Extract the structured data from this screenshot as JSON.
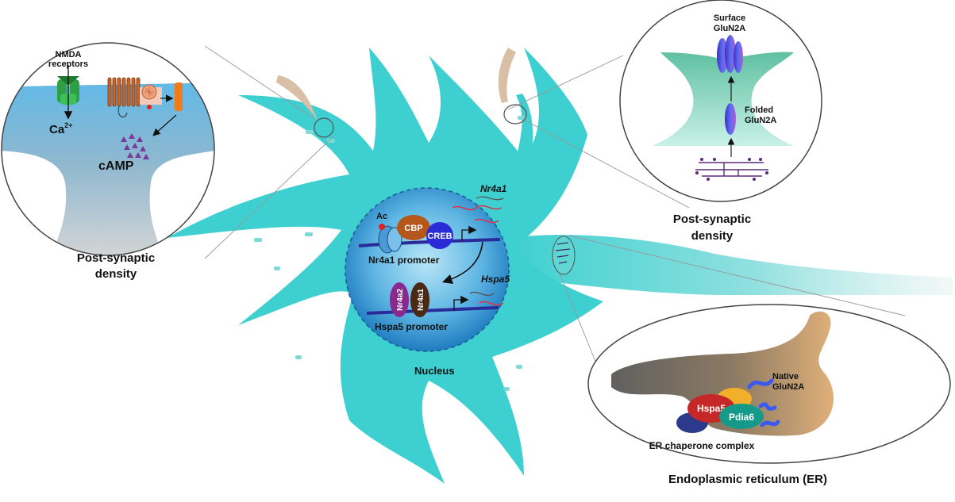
{
  "left_inset": {
    "receptor_label_line1": "NMDA",
    "receptor_label_line2": "receptors",
    "calcium": "Ca",
    "calcium_sup": "2+",
    "camp": "cAMP"
  },
  "left_caption": {
    "line1": "Post-synaptic",
    "line2": "density"
  },
  "nucleus": {
    "ac": "Ac",
    "cbp": "CBP",
    "creb": "CREB",
    "nr4a1_gene": "Nr4a1",
    "nr4a1_promoter": "Nr4a1 promoter",
    "nr4a2": "Nr4a2",
    "nr4a1_protein": "Nr4a1",
    "hspa5_gene": "Hspa5",
    "hspa5_promoter": "Hspa5 promoter",
    "label": "Nucleus"
  },
  "right_inset": {
    "surface_line1": "Surface",
    "surface_line2": "GluN2A",
    "folded_line1": "Folded",
    "folded_line2": "GluN2A"
  },
  "right_caption": {
    "line1": "Post-synaptic",
    "line2": "density"
  },
  "er_inset": {
    "native_line1": "Native",
    "native_line2": "GluN2A",
    "hspa5": "Hspa5",
    "pdia6": "Pdia6",
    "complex": "ER chaperone complex"
  },
  "er_caption": "Endoplasmic reticulum (ER)",
  "colors": {
    "cyan": "#3ecfd0",
    "nucleus_blue": "#1e7fc2",
    "cbp": "#b5561a",
    "creb": "#2a2bd6",
    "nr4a2": "#8a2a8f",
    "nr4a1": "#4a2a14",
    "hspa5": "#c62828",
    "pdia6": "#159a8a",
    "gluN2A": "#4a4ee0"
  }
}
